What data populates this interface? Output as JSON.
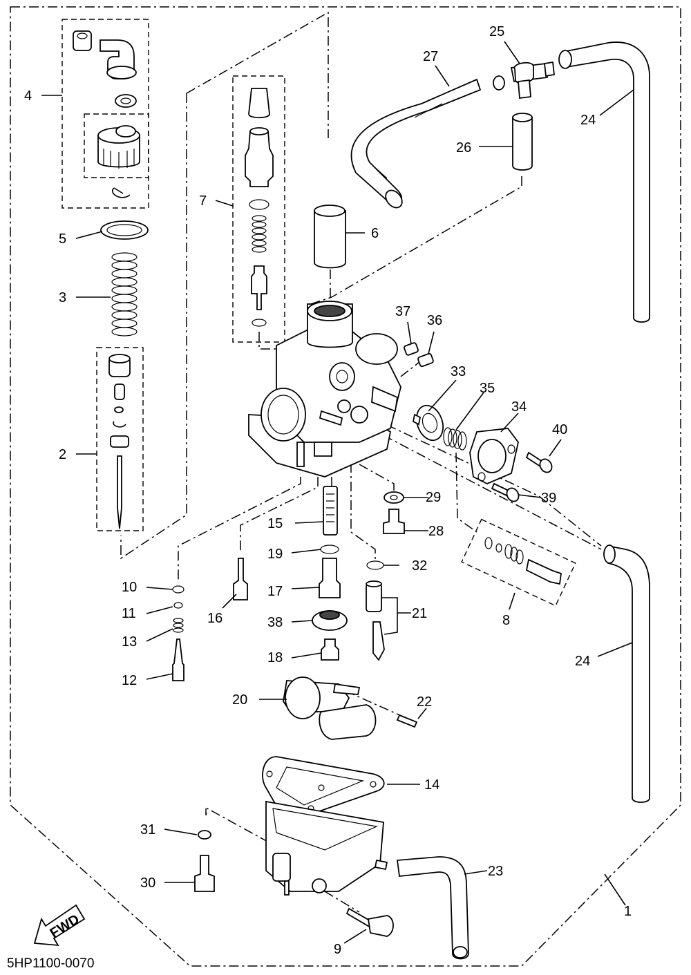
{
  "drawing_code": "5HP1100-0070",
  "fwd_label": "FWD",
  "callouts": {
    "c1": "1",
    "c2": "2",
    "c3": "3",
    "c4": "4",
    "c5": "5",
    "c6": "6",
    "c7": "7",
    "c8": "8",
    "c9": "9",
    "c10": "10",
    "c11": "11",
    "c12": "12",
    "c13": "13",
    "c14": "14",
    "c15": "15",
    "c16": "16",
    "c17": "17",
    "c18": "18",
    "c19": "19",
    "c20": "20",
    "c21": "21",
    "c22": "22",
    "c23": "23",
    "c24a": "24",
    "c24b": "24",
    "c25": "25",
    "c26": "26",
    "c27": "27",
    "c28": "28",
    "c29": "29",
    "c30": "30",
    "c31": "31",
    "c32": "32",
    "c33": "33",
    "c34": "34",
    "c35": "35",
    "c36": "36",
    "c37": "37",
    "c38": "38",
    "c39": "39",
    "c40": "40"
  }
}
